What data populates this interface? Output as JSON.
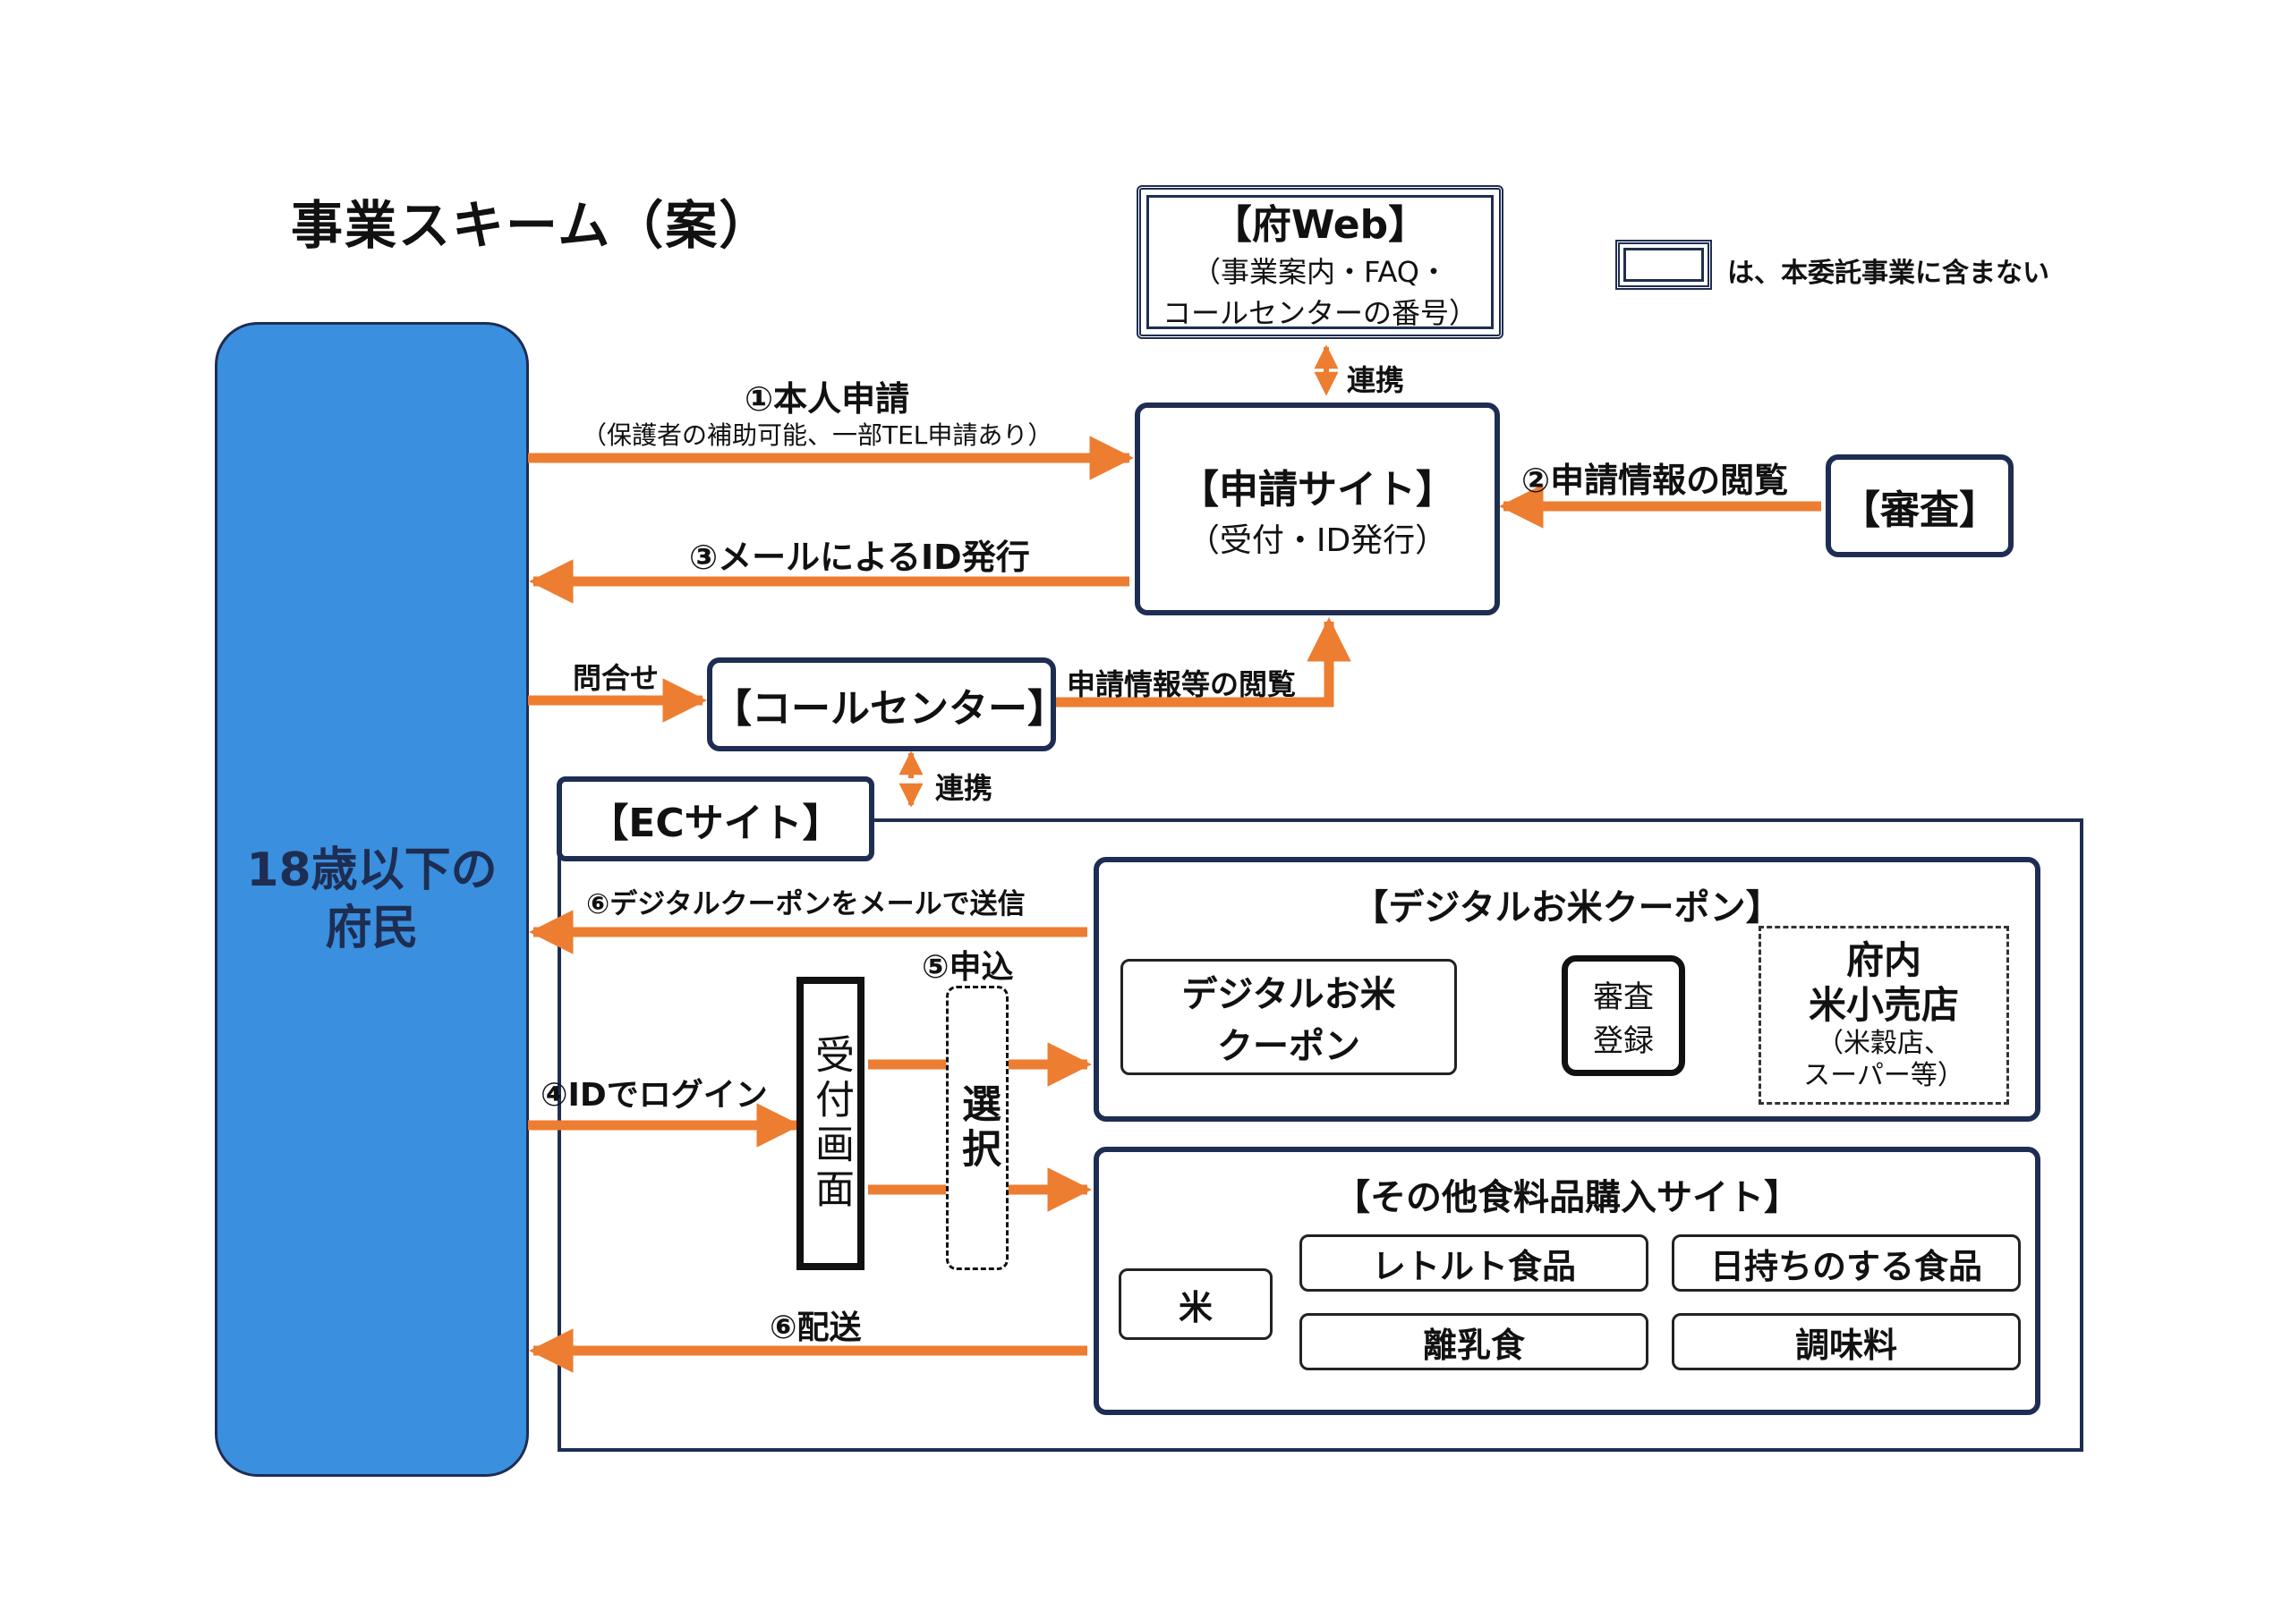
{
  "title": "事業スキーム（案）",
  "legend": {
    "text": "は、本委託事業に含まない"
  },
  "nodes": {
    "residents": {
      "line1": "18歳以下の",
      "line2": "府民"
    },
    "fu_web": {
      "title": "【府Web】",
      "line1": "（事業案内・FAQ・",
      "line2": "コールセンターの番号）"
    },
    "apply_site": {
      "title": "【申請サイト】",
      "sub": "（受付・ID発行）"
    },
    "review": {
      "label": "【審査】"
    },
    "call_center": {
      "label": "【コールセンター】"
    },
    "ec_site": {
      "label": "【ECサイト】"
    },
    "reception": {
      "label": "受付画面"
    },
    "select": {
      "label": "選択"
    },
    "digital_coupon_section": {
      "title": "【デジタルお米クーポン】",
      "coupon": {
        "line1": "デジタルお米",
        "line2": "クーポン"
      },
      "register": {
        "line1": "審査",
        "line2": "登録"
      },
      "stores": {
        "line1": "府内",
        "line2": "米小売店",
        "line3": "（米穀店、",
        "line4": "スーパー等）"
      }
    },
    "other_food_section": {
      "title": "【その他食料品購入サイト】",
      "items": [
        "米",
        "レトルト食品",
        "日持ちのする食品",
        "離乳食",
        "調味料"
      ]
    }
  },
  "edges": {
    "e1": {
      "label": "①本人申請",
      "sub": "（保護者の補助可能、一部TEL申請あり）"
    },
    "e2": {
      "label": "②申請情報の閲覧"
    },
    "e3": {
      "label": "③メールによるID発行"
    },
    "inquiry": {
      "label": "問合せ"
    },
    "cc_view": {
      "label": "申請情報等の閲覧"
    },
    "link_web": {
      "label": "連携"
    },
    "link_cc": {
      "label": "連携"
    },
    "e4": {
      "label": "④IDでログイン"
    },
    "e5": {
      "label": "⑤申込"
    },
    "e6_mail": {
      "label": "⑥デジタルクーポンをメールで送信"
    },
    "e6_ship": {
      "label": "⑥配送"
    }
  },
  "colors": {
    "arrow": "#ed7d31",
    "resident_fill": "#3a8fdf",
    "border": "#1e2d52"
  }
}
